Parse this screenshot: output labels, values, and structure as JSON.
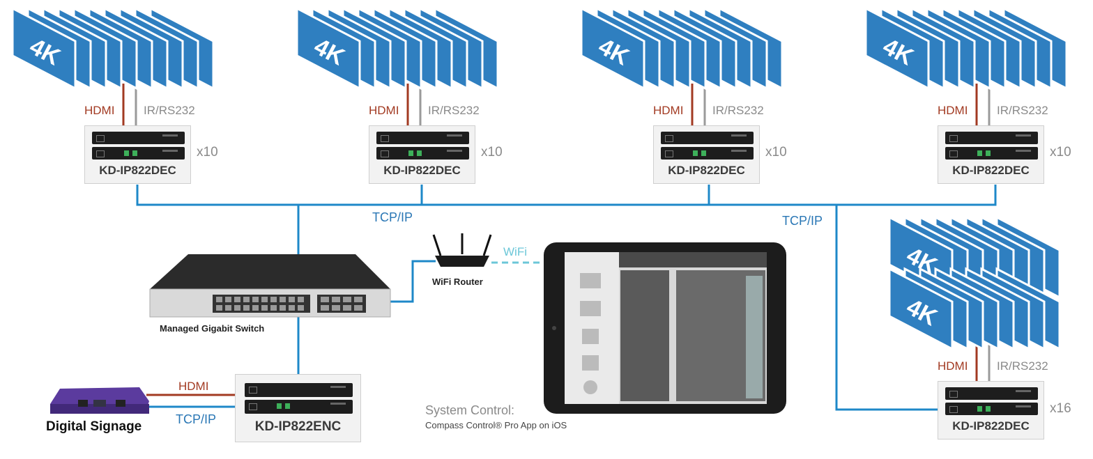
{
  "labels": {
    "hdmi": "HDMI",
    "ir_rs232": "IR/RS232",
    "tcp_ip": "TCP/IP",
    "wifi": "WiFi",
    "count_10": "x10",
    "count_16": "x16",
    "badge_4k": "4K"
  },
  "devices": {
    "decoder": "KD-IP822DEC",
    "encoder": "KD-IP822ENC",
    "switch": "Managed Gigabit Switch",
    "router": "WiFi Router",
    "signage": "Digital Signage"
  },
  "system_control": {
    "title": "System Control:",
    "subtitle": "Compass Control® Pro App on iOS"
  },
  "colors": {
    "network_line": "#1e88c8",
    "hdmi_line": "#a23a22",
    "ir_line": "#9a9a9a",
    "wifi": "#6cc7d8",
    "screen_blue": "#2f7fc0"
  }
}
